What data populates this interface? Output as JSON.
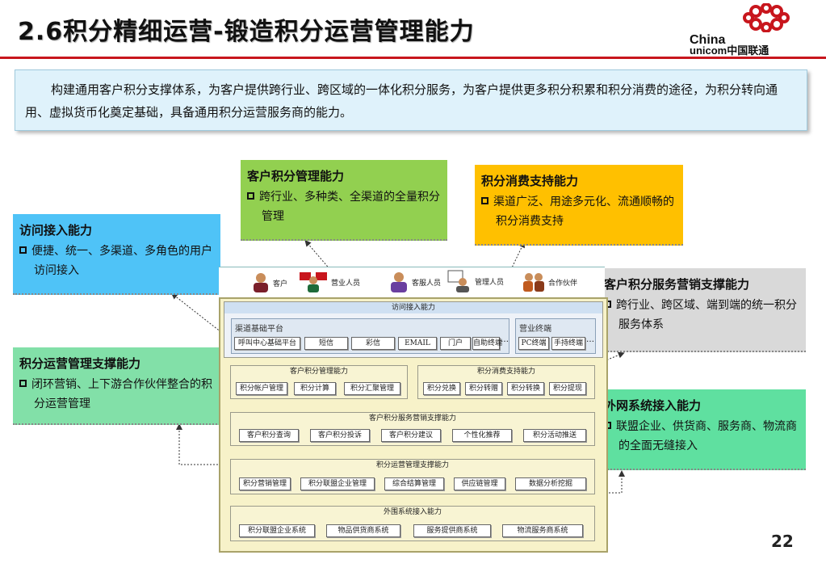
{
  "slide": {
    "title": "2.6积分精细运营-锻造积分运营管理能力",
    "page_number": "22",
    "intro": "构建通用客户积分支撑体系，为客户提供跨行业、跨区域的一体化积分服务，为客户提供更多积分积累和积分消费的途径，为积分转向通用、虚拟货币化奠定基础，具备通用积分运营服务商的能力。"
  },
  "logo": {
    "line1": "China",
    "line2": "unicom中国联通",
    "color": "#c8161d"
  },
  "callouts": [
    {
      "id": "customer-points",
      "title": "客户积分管理能力",
      "bullet": "跨行业、多种类、全渠道的全量积分管理",
      "color": "#92d050"
    },
    {
      "id": "points-consumption",
      "title": "积分消费支持能力",
      "bullet": "渠道广泛、用途多元化、流通顺畅的积分消费支持",
      "color": "#ffc000"
    },
    {
      "id": "access",
      "title": "访问接入能力",
      "bullet": "便捷、统一、多渠道、多角色的用户访问接入",
      "color": "#4fc3f7"
    },
    {
      "id": "service-marketing",
      "title": "客户积分服务营销支撑能力",
      "bullet": "跨行业、跨区域、端到端的统一积分服务体系",
      "color": "#d9d9d9"
    },
    {
      "id": "operation",
      "title": "积分运营管理支撑能力",
      "bullet": "闭环营销、上下游合作伙伴整合的积分运营管理",
      "color": "#82e0a8"
    },
    {
      "id": "external",
      "title": "外网系统接入能力",
      "bullet": "联盟企业、供货商、服务商、物流商的全面无缝接入",
      "color": "#5fe0a0"
    }
  ],
  "diagram": {
    "roles": [
      "客户",
      "营业人员",
      "客服人员",
      "管理人员",
      "合作伙伴"
    ],
    "access_layer": {
      "title": "访问接入能力",
      "channel_group": "渠道基础平台",
      "channel_items": [
        "呼叫中心基础平台",
        "短信",
        "彩信",
        "EMAIL",
        "门户",
        "自助终端",
        "…"
      ],
      "terminal_group": "营业终端",
      "terminal_items": [
        "PC终端",
        "手持终端",
        "…"
      ]
    },
    "customer_points_layer": {
      "title": "客户积分管理能力",
      "items": [
        "积分帐户管理",
        "积分计算",
        "积分汇聚管理"
      ]
    },
    "consumption_layer": {
      "title": "积分消费支持能力",
      "items": [
        "积分兑换",
        "积分转赠",
        "积分转换",
        "积分提现"
      ]
    },
    "service_layer": {
      "title": "客户积分服务营销支撑能力",
      "items": [
        "客户积分查询",
        "客户积分投诉",
        "客户积分建议",
        "个性化推荐",
        "积分活动推送"
      ]
    },
    "operation_layer": {
      "title": "积分运营管理支撑能力",
      "items": [
        "积分营销管理",
        "积分联盟企业管理",
        "综合结算管理",
        "供应链管理",
        "数据分析挖掘"
      ]
    },
    "external_layer": {
      "title": "外围系统接入能力",
      "items": [
        "积分联盟企业系统",
        "物品供货商系统",
        "服务提供商系统",
        "物流服务商系统"
      ]
    }
  }
}
